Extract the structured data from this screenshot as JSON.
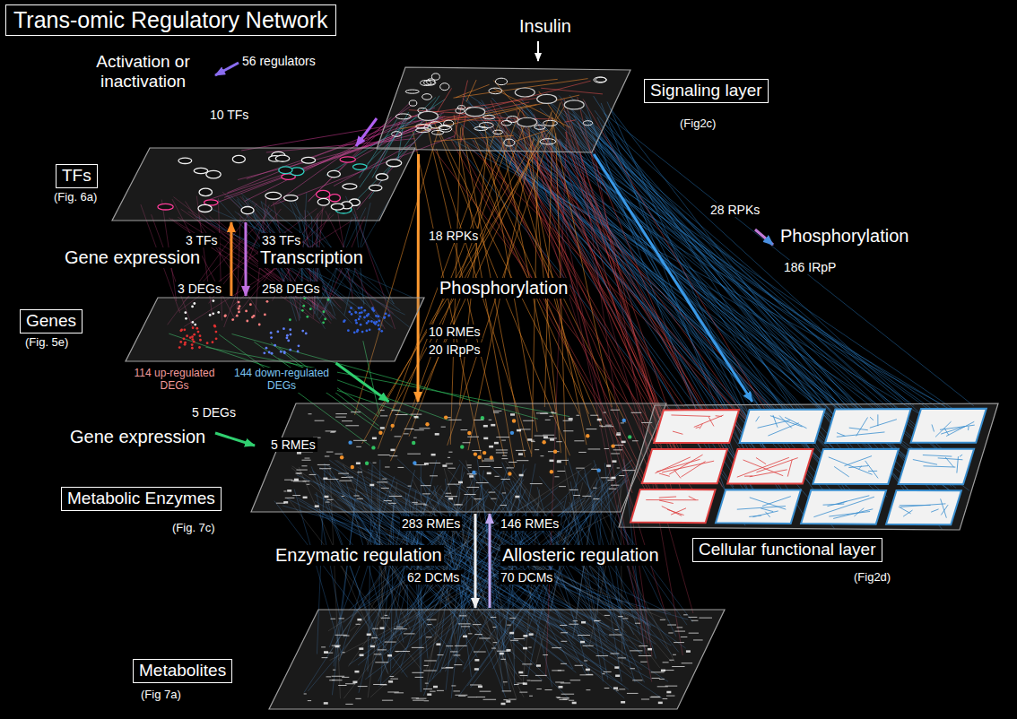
{
  "diagram": {
    "title": "Trans-omic Regulatory Network",
    "nodes": [
      {
        "text": [
          "Signaling layer",
          "(Fig2c)"
        ]
      },
      {
        "text": [
          "TFs",
          "(Fig. 6a)"
        ]
      },
      {
        "text": [
          "Genes",
          "(Fig. 5e)"
        ]
      },
      {
        "text": [
          "Metabolic Enzymes",
          "(Fig. 7c)"
        ]
      },
      {
        "text": [
          "Cellular functional layer",
          "(Fig2d)"
        ]
      },
      {
        "text": [
          "Metabolites",
          "(Fig 7a)"
        ]
      }
    ],
    "edges": [
      {
        "from": 0,
        "to": 1,
        "arrow": "to"
      },
      {
        "from": 1,
        "to": 2,
        "arrow": "to"
      },
      {
        "from": 2,
        "to": 1,
        "arrow": "to"
      },
      {
        "from": 0,
        "to": 3,
        "arrow": "to"
      },
      {
        "from": 0,
        "to": 4,
        "arrow": "to"
      },
      {
        "from": 2,
        "to": 3,
        "arrow": "to"
      },
      {
        "from": 3,
        "to": 5,
        "arrow": "to"
      },
      {
        "from": 5,
        "to": 3,
        "arrow": "to"
      }
    ],
    "labels": [
      "Insulin",
      "Activation or inactivation",
      "56 regulators",
      "10 TFs",
      "3 TFs",
      "33 TFs",
      "Gene expression",
      "Transcription",
      "3 DEGs",
      "258 DEGs",
      "114 up-regulated DEGs",
      "144 down-regulated DEGs",
      "18 RPKs",
      "Phosphorylation",
      "10 RMEs",
      "20 IRpPs",
      "28 RPKs",
      "Phosphorylation",
      "186 IRpP",
      "5 DEGs",
      "Gene expression",
      "5 RMEs",
      "283 RMEs",
      "146 RMEs",
      "Enzymatic regulation",
      "Allosteric regulation",
      "62 DCMs",
      "70 DCMs"
    ]
  }
}
